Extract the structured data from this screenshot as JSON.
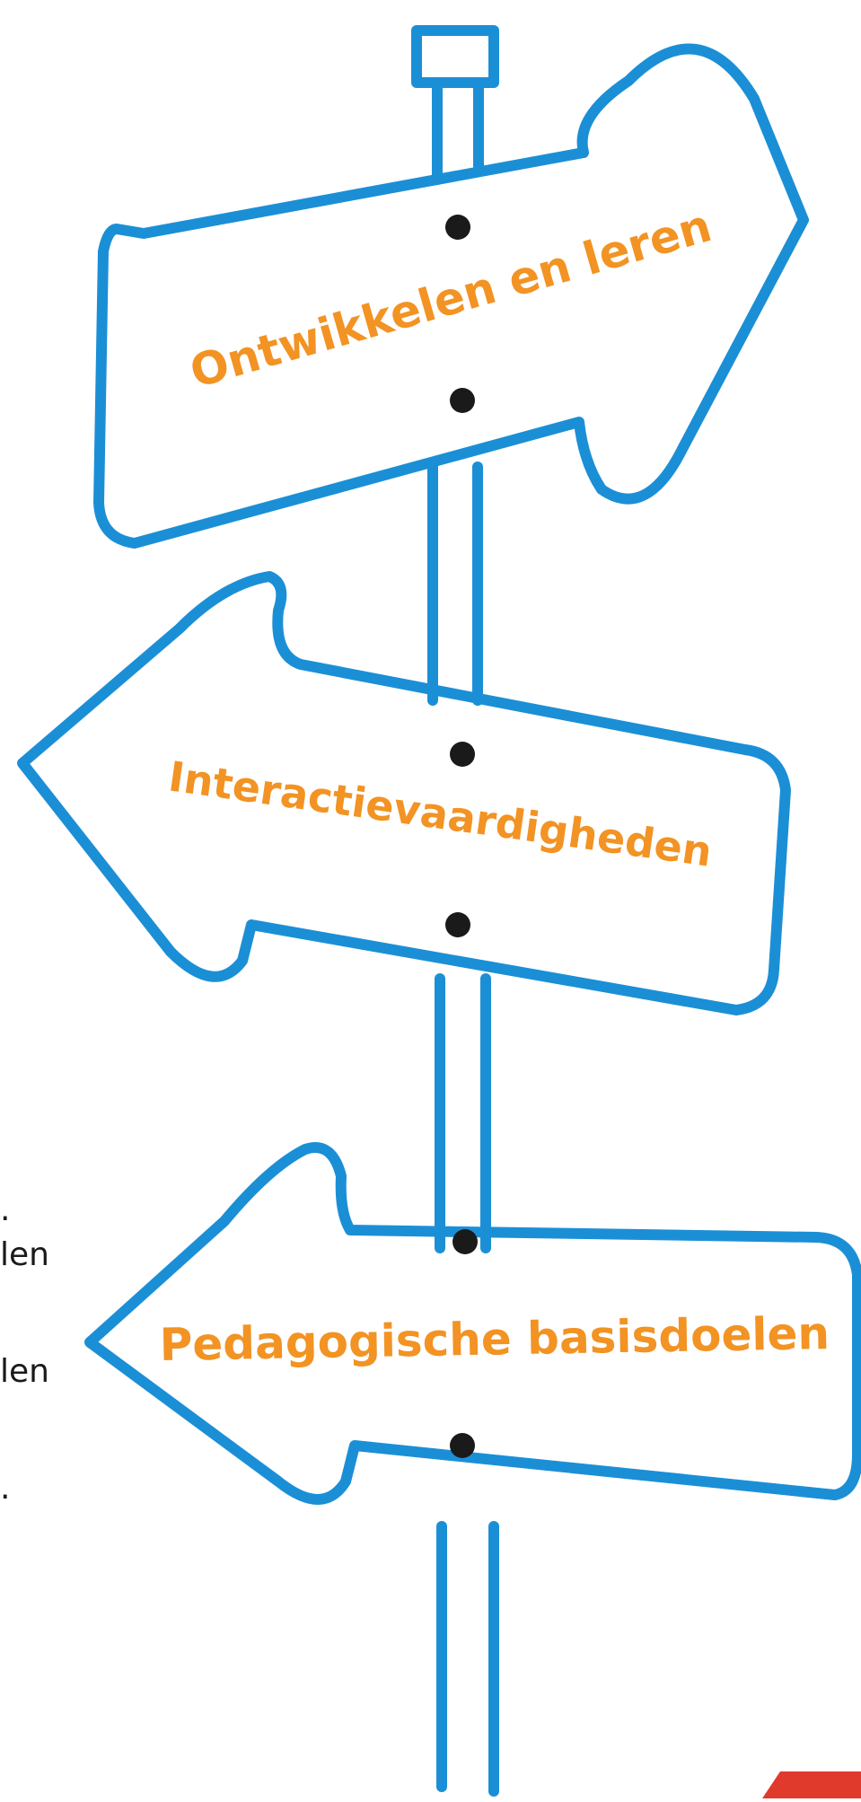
{
  "colors": {
    "sign_outline": "#1b8fd6",
    "label_text": "#f29323",
    "nail": "#1a1a1a",
    "corner_accent": "#e03a2d",
    "background": "#ffffff"
  },
  "signs": [
    {
      "label": "Ontwikkelen en leren",
      "direction": "right",
      "icon": "arrow-sign-right"
    },
    {
      "label": "Interactievaardigheden",
      "direction": "left",
      "icon": "arrow-sign-left"
    },
    {
      "label": "Pedagogische basisdoelen",
      "direction": "left",
      "icon": "arrow-sign-left"
    }
  ],
  "left_text_fragments": [
    {
      "text": "."
    },
    {
      "text": "len"
    },
    {
      "text": "len"
    },
    {
      "text": "."
    }
  ]
}
